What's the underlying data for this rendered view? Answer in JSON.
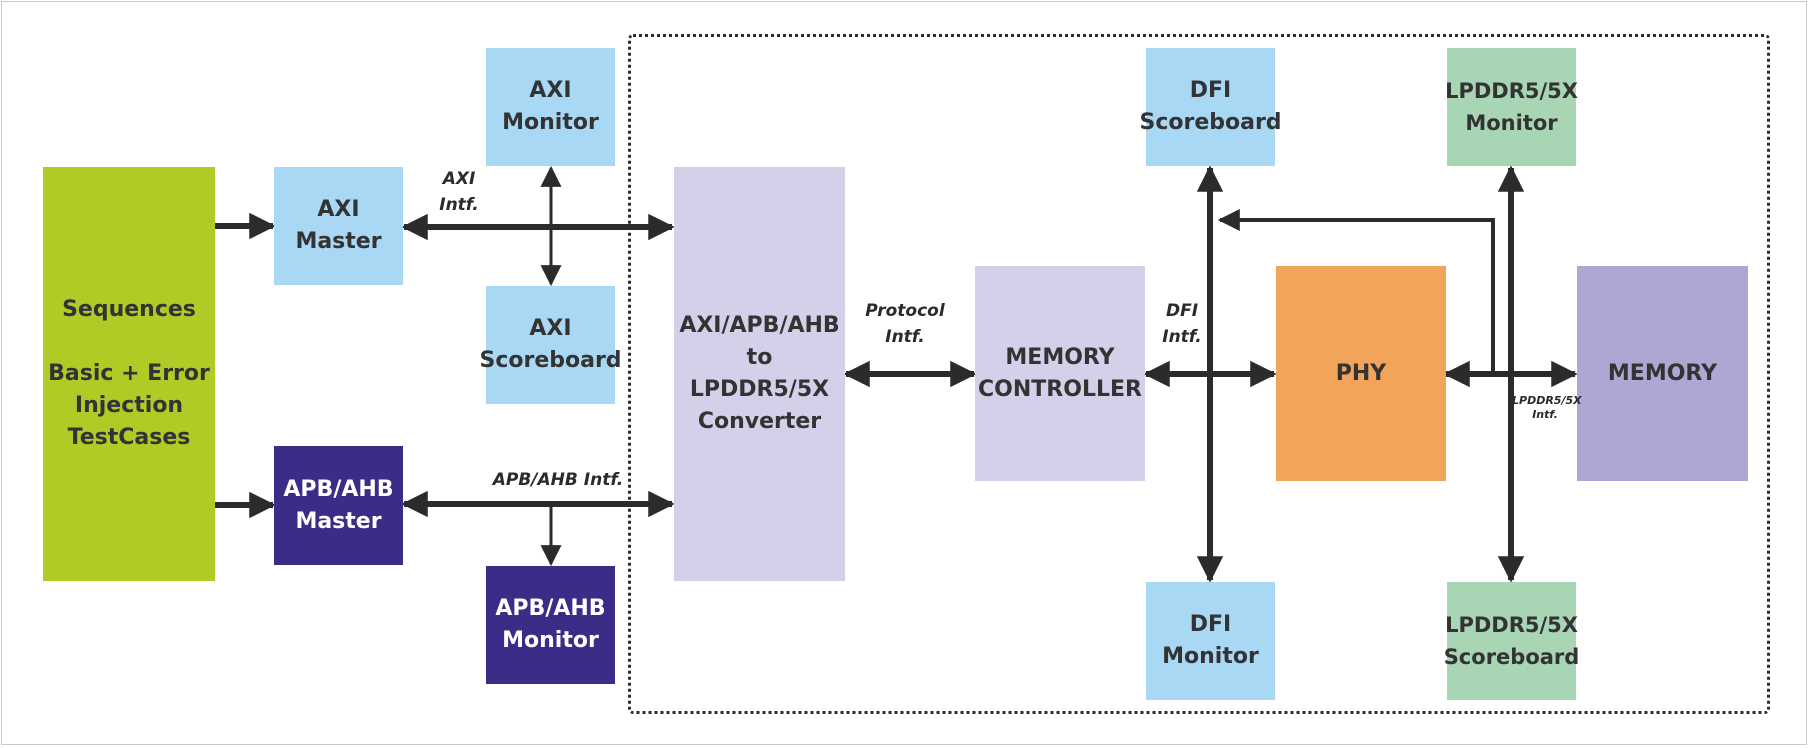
{
  "colors": {
    "sequences": "#b0cb25",
    "light_blue": "#a8d8f4",
    "dark_purple": "#3a2d87",
    "lavender": "#d3d0e9",
    "phy": "#f2a55a",
    "memory": "#afa7d3",
    "light_green": "#a8d5b4",
    "text_dark": "#333333",
    "text_light": "#ffffff",
    "connector": "#2b2b2b"
  },
  "blocks": {
    "sequences": {
      "line1": "Sequences",
      "line2": "Basic + Error",
      "line3": "Injection",
      "line4": "TestCases"
    },
    "axi_master": {
      "line1": "AXI",
      "line2": "Master"
    },
    "axi_monitor": {
      "line1": "AXI",
      "line2": "Monitor"
    },
    "axi_scoreboard": {
      "line1": "AXI",
      "line2": "Scoreboard"
    },
    "apb_ahb_master": {
      "line1": "APB/AHB",
      "line2": "Master"
    },
    "apb_ahb_monitor": {
      "line1": "APB/AHB",
      "line2": "Monitor"
    },
    "converter": {
      "line1": "AXI/APB/AHB",
      "line2": "to",
      "line3": "LPDDR5/5X",
      "line4": "Converter"
    },
    "memory_controller": {
      "line1": "MEMORY",
      "line2": "CONTROLLER"
    },
    "dfi_scoreboard": {
      "line1": "DFI",
      "line2": "Scoreboard"
    },
    "dfi_monitor": {
      "line1": "DFI",
      "line2": "Monitor"
    },
    "phy": {
      "line1": "PHY"
    },
    "lpddr_monitor": {
      "line1": "LPDDR5/5X",
      "line2": "Monitor"
    },
    "lpddr_scoreboard": {
      "line1": "LPDDR5/5X",
      "line2": "Scoreboard"
    },
    "memory": {
      "line1": "MEMORY"
    }
  },
  "labels": {
    "axi_intf": {
      "line1": "AXI",
      "line2": "Intf."
    },
    "apb_ahb_intf": "APB/AHB Intf.",
    "protocol_intf": {
      "line1": "Protocol",
      "line2": "Intf."
    },
    "dfi_intf": {
      "line1": "DFI",
      "line2": "Intf."
    },
    "lpddr_intf": {
      "line1": "LPDDR5/5X",
      "line2": "Intf."
    }
  }
}
